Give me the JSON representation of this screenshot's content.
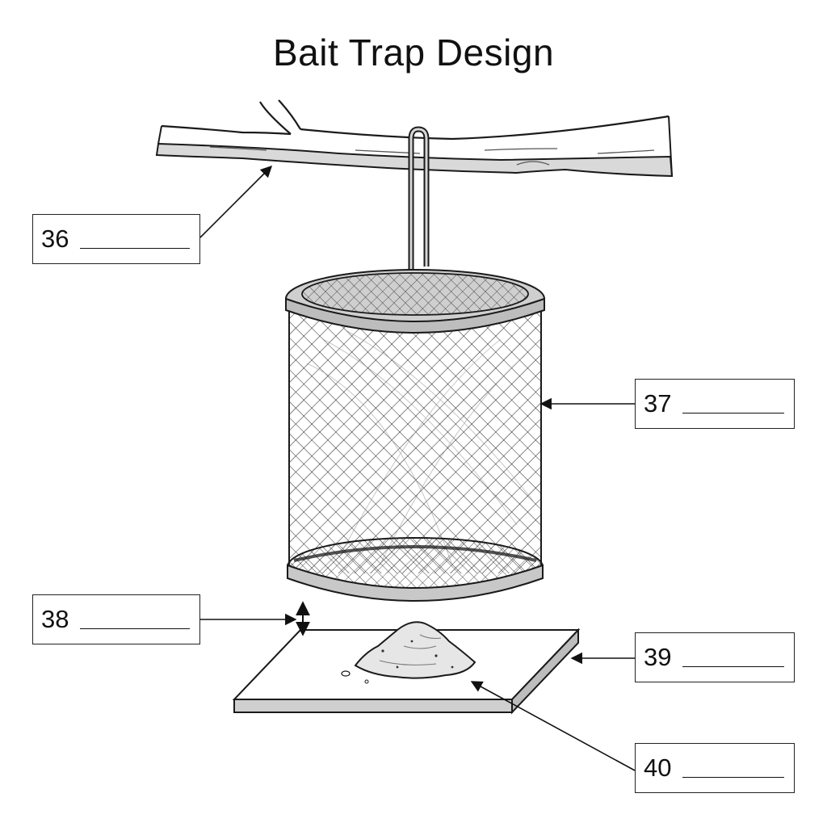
{
  "title": "Bait Trap Design",
  "labels": [
    {
      "id": "36",
      "text": "36"
    },
    {
      "id": "37",
      "text": "37"
    },
    {
      "id": "38",
      "text": "38"
    },
    {
      "id": "39",
      "text": "39"
    },
    {
      "id": "40",
      "text": "40"
    }
  ],
  "parts": [
    "tree-branch",
    "mesh-cylinder-trap",
    "gap-height",
    "base-board",
    "bait"
  ],
  "colors": {
    "line": "#1a1a1a",
    "light_fill": "#d6d6d6",
    "mid_fill": "#bdbdbd",
    "paper": "#ffffff"
  }
}
